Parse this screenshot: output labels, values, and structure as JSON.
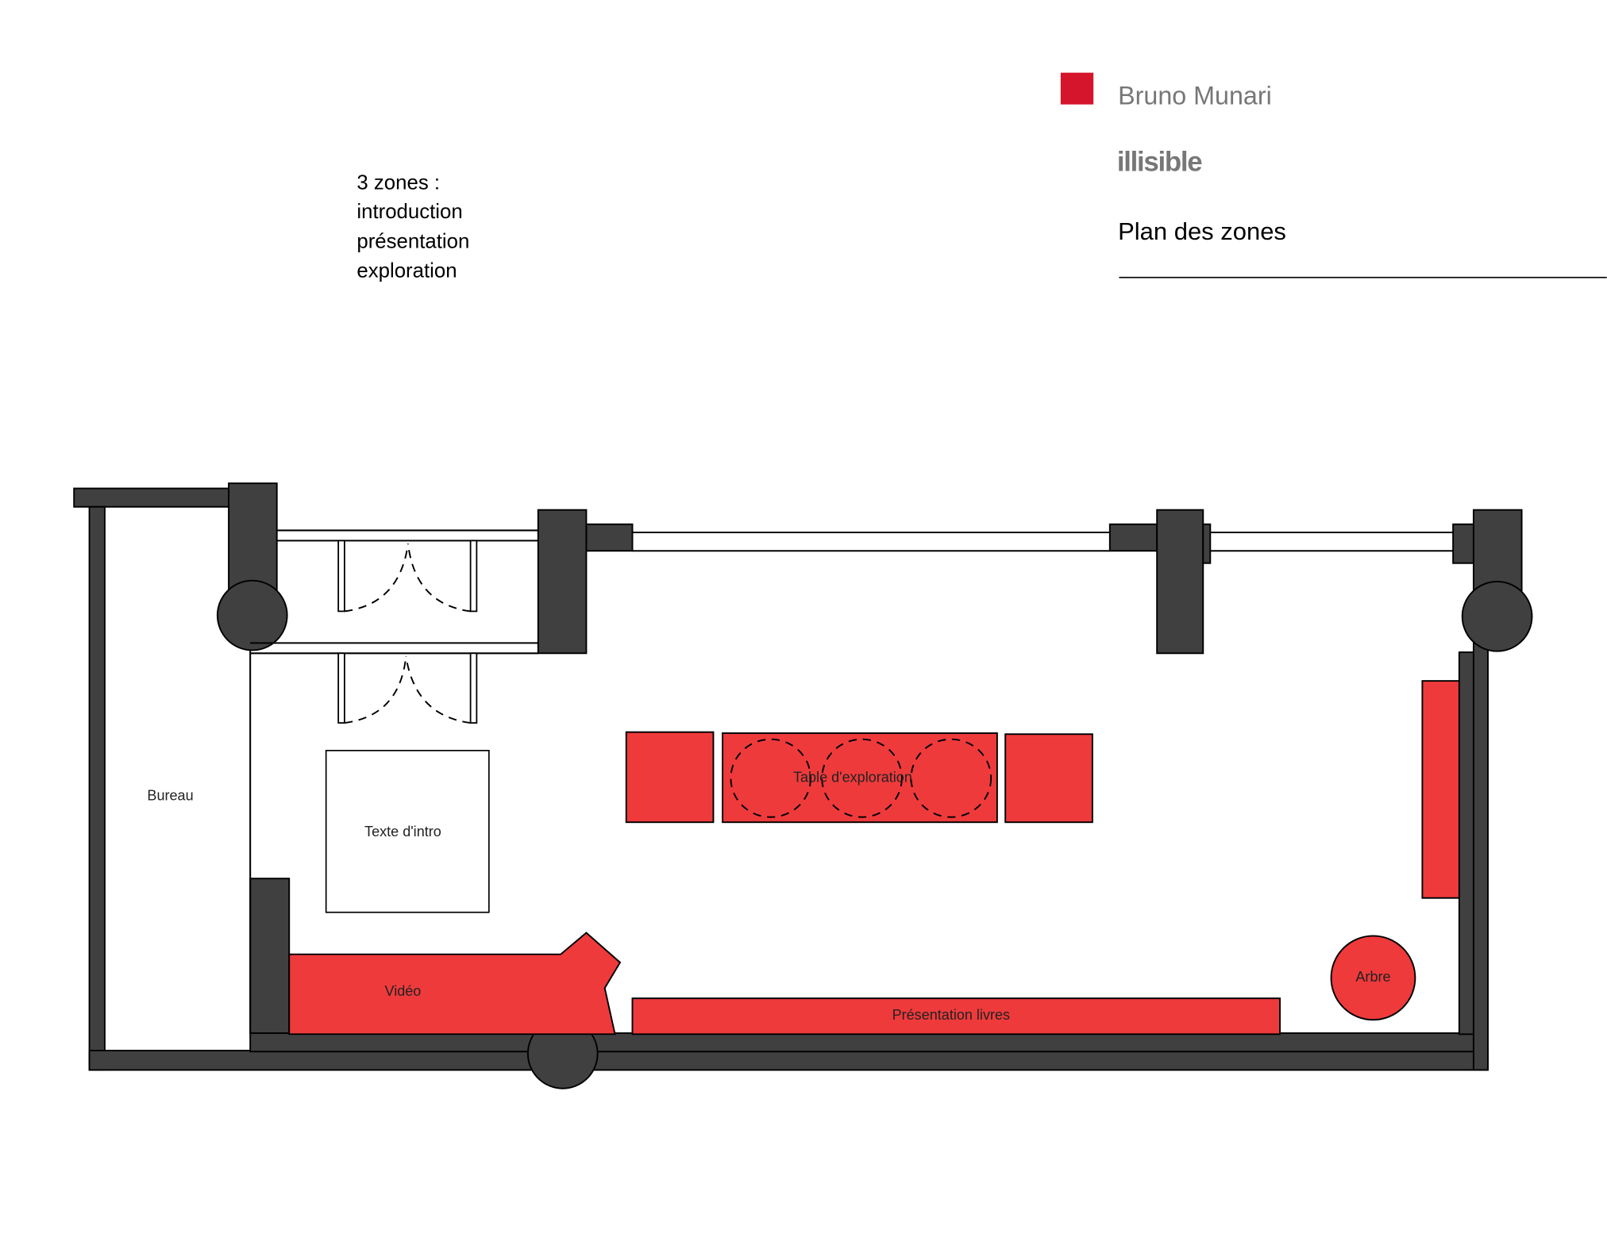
{
  "header": {
    "author": "Bruno Munari",
    "title": "illisible",
    "subtitle": "Plan des zones",
    "accent_color": "#d4152b"
  },
  "zones": {
    "heading": "3 zones :",
    "items": [
      "introduction",
      "présentation",
      "exploration"
    ]
  },
  "plan": {
    "labels": {
      "bureau": "Bureau",
      "intro": "Texte d'intro",
      "table": "Table d'exploration",
      "video": "Vidéo",
      "books": "Présentation livres",
      "tree": "Arbre"
    },
    "colors": {
      "wall": "#404040",
      "furniture": "#ef3a3c"
    }
  }
}
